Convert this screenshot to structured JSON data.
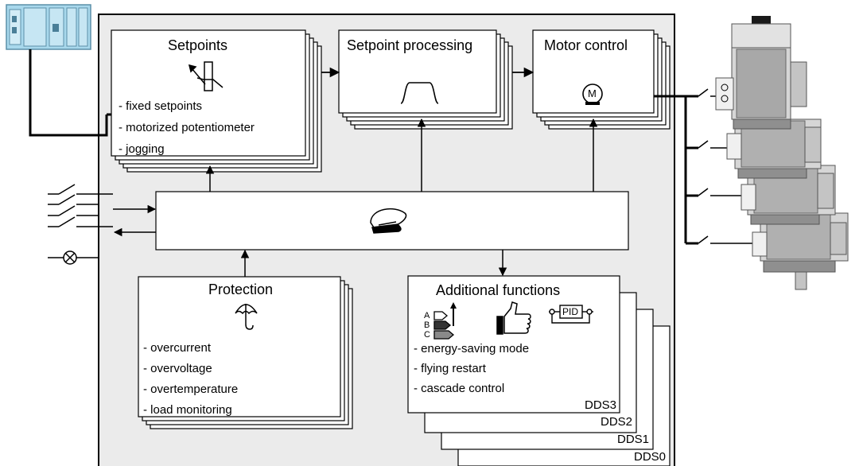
{
  "setpoints": {
    "title": "Setpoints",
    "items": [
      "- fixed setpoints",
      "- motorized potentiometer",
      "- jogging"
    ]
  },
  "setpoint_processing": {
    "title": "Setpoint processing"
  },
  "motor_control": {
    "title": "Motor control",
    "motor_symbol": "M"
  },
  "protection": {
    "title": "Protection",
    "items": [
      "- overcurrent",
      "- overvoltage",
      "- overtemperature",
      "- load monitoring"
    ]
  },
  "additional_functions": {
    "title": "Additional functions",
    "items": [
      "- energy-saving mode",
      "- flying restart",
      "- cascade control"
    ],
    "efficiency_labels": [
      "A",
      "B",
      "C"
    ],
    "pid_label": "PID"
  },
  "data_sets": [
    "DDS3",
    "DDS2",
    "DDS1",
    "DDS0"
  ],
  "icons": {
    "setpoint": "potentiometer-icon",
    "ramp": "ramp-function-icon",
    "motor": "motor-icon",
    "control": "captain-cap-icon",
    "protection": "umbrella-icon",
    "energy": "efficiency-class-icon",
    "thumb": "thumbs-up-icon",
    "pid": "pid-controller-icon",
    "plc": "plc-controller-icon",
    "lamp": "signal-lamp-icon"
  },
  "colors": {
    "drive_background": "#ebebeb",
    "plc": "#a8d8ec",
    "motor_light": "#d6d6d6",
    "motor_dark": "#8f8f8f"
  }
}
